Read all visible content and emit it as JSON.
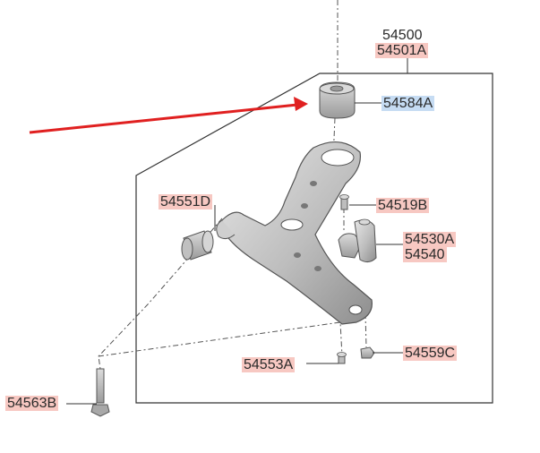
{
  "diagram": {
    "colors": {
      "highlight_red": "#f7c8c2",
      "highlight_blue": "#c6dcf3",
      "arrow": "#e02020",
      "part_fill": "#c9c9c9",
      "line": "#333333"
    },
    "labels": {
      "p54500": "54500",
      "p54501A": "54501A",
      "p54584A": "54584A",
      "p54551D": "54551D",
      "p54519B": "54519B",
      "p54530A": "54530A",
      "p54540": "54540",
      "p54553A": "54553A",
      "p54559C": "54559C",
      "p54563B": "54563B"
    },
    "icons": [
      "red-pointer-arrow",
      "bushing-icon",
      "lower-control-arm-icon",
      "ball-joint-icon",
      "bolt-icon",
      "nut-icon"
    ]
  }
}
